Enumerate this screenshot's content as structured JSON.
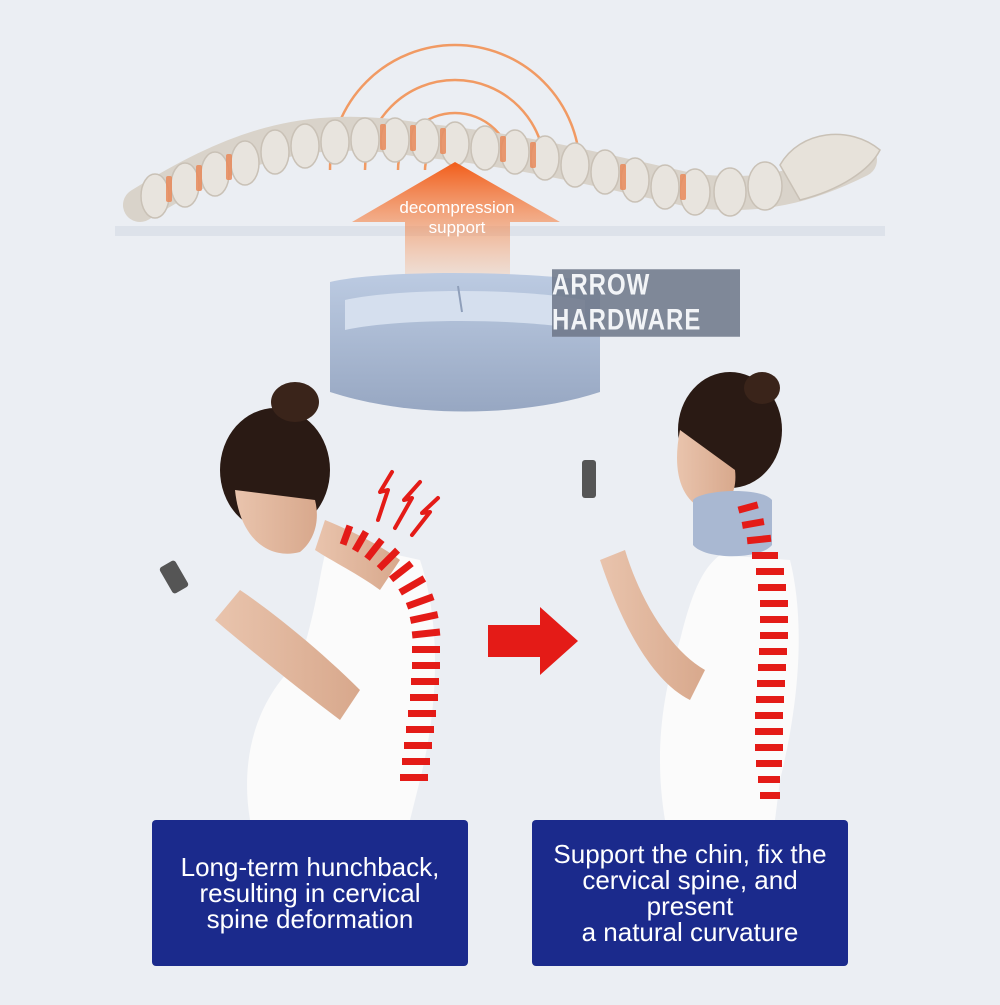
{
  "top": {
    "arrow_label_line1": "decompression",
    "arrow_label_line2": "support",
    "watermark": "ARROW HARDWARE"
  },
  "captions": {
    "left": [
      "Long-term hunchback,",
      "resulting in cervical",
      "spine deformation"
    ],
    "right": [
      "Support the chin, fix the",
      "cervical spine, and present",
      "a natural curvature"
    ]
  },
  "colors": {
    "background": "#ebeef3",
    "caption_box": "#1b2a8c",
    "orange_arrow": "#f47a2b",
    "red_spine": "#e41b17",
    "collar": "#a9b8d2"
  },
  "icons": [
    "spine-icon",
    "cervical-collar-icon",
    "pain-zigzag-icon",
    "right-arrow-icon"
  ]
}
